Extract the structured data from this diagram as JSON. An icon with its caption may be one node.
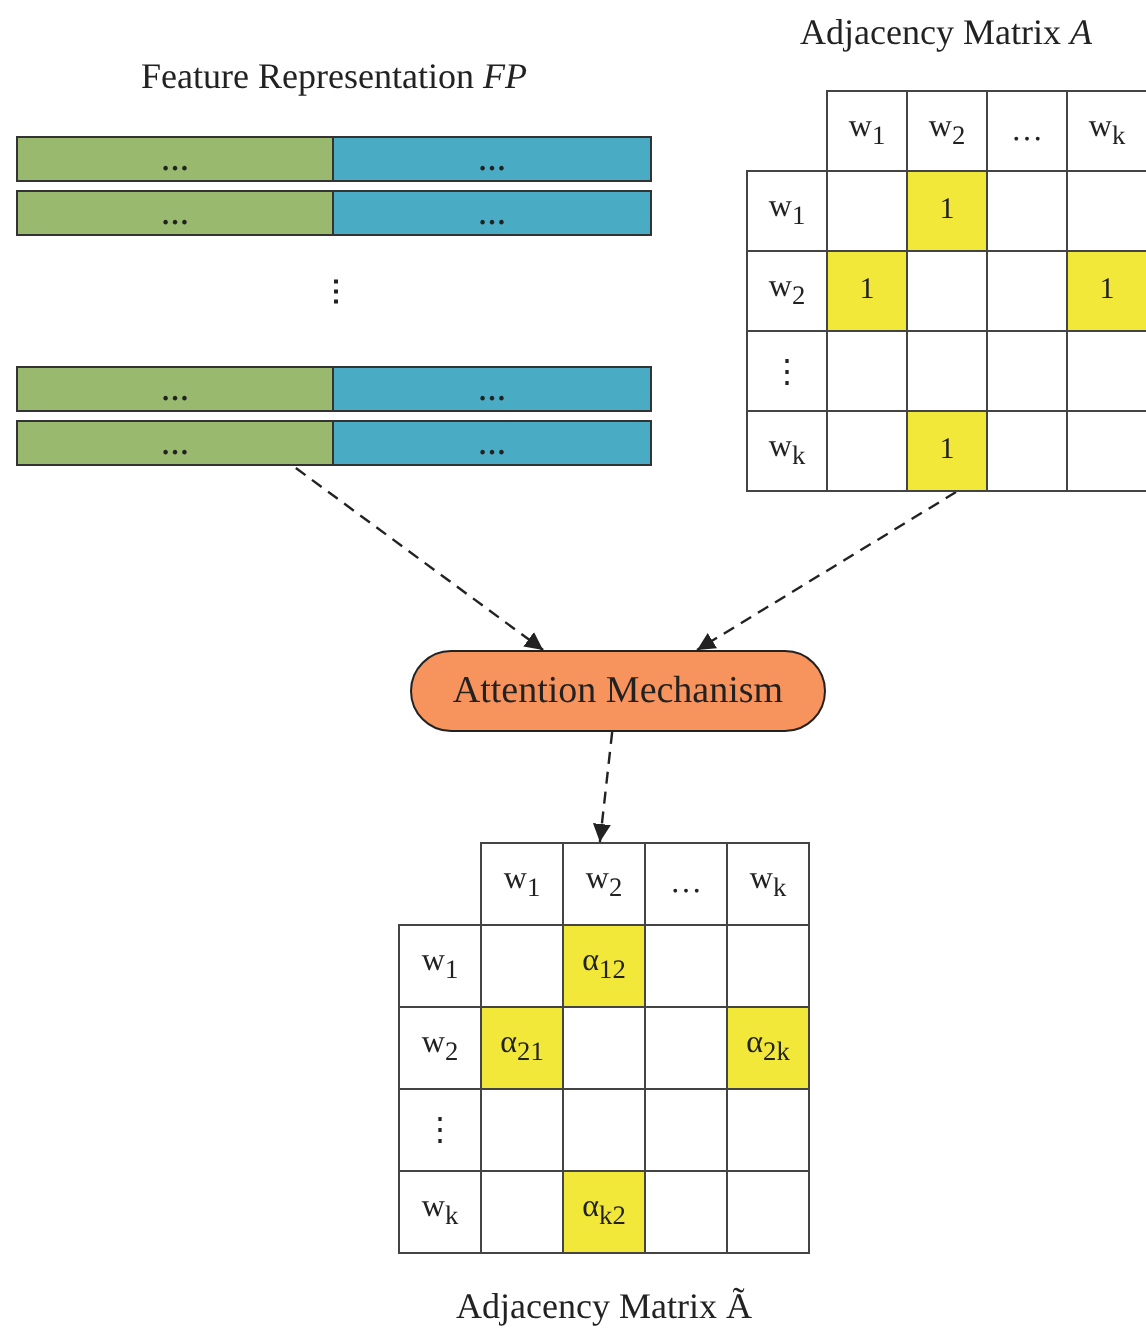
{
  "diagram": {
    "nodes": [
      {
        "text": [
          "Feature Representation *FP*",
          "⋮"
        ]
      },
      {
        "text": [
          "…"
        ],
        "in": 0
      },
      {
        "text": [
          "…"
        ],
        "in": 0
      },
      {
        "text": [
          "…"
        ],
        "in": 0
      },
      {
        "text": [
          "…"
        ],
        "in": 0
      },
      {
        "text": [
          "…"
        ],
        "in": 0
      },
      {
        "text": [
          "…"
        ],
        "in": 0
      },
      {
        "text": [
          "…"
        ],
        "in": 0
      },
      {
        "text": [
          "…"
        ],
        "in": 0
      },
      {
        "text": [
          "Adjacency Matrix *A*",
          "w$_{1}$",
          "w$_{2}$",
          "…",
          "w$_{k}$",
          "w$_{1}$",
          "1",
          "w$_{2}$",
          "1",
          "1",
          "⋮",
          "w$_{k}$",
          "1"
        ]
      },
      {
        "text": [
          "Attention Mechanism"
        ]
      },
      {
        "text": [
          "Adjacency Matrix Ã",
          "w$_{1}$",
          "w$_{2}$",
          "…",
          "w$_{k}$",
          "w$_{1}$",
          "α$_{12}$",
          "w$_{2}$",
          "α$_{21}$",
          "α$_{2k}$",
          "⋮",
          "w$_{k}$",
          "α$_{k2}$"
        ]
      }
    ],
    "edges": [
      {
        "from": 0,
        "to": 10,
        "arrow": "to",
        "style": "dashed"
      },
      {
        "from": 9,
        "to": 10,
        "arrow": "to",
        "style": "dashed"
      },
      {
        "from": 10,
        "to": 11,
        "arrow": "to",
        "style": "dashed"
      }
    ]
  }
}
